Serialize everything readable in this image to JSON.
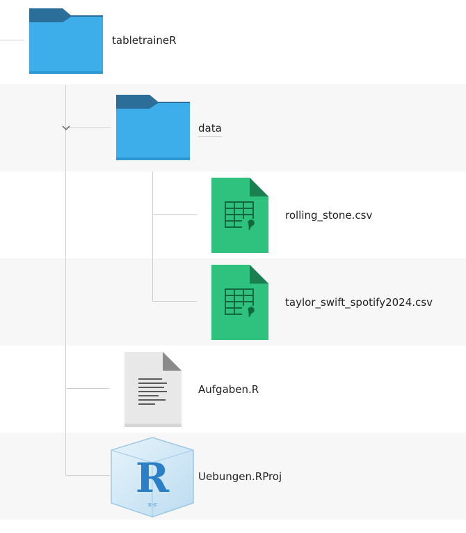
{
  "tree": {
    "root": {
      "label": "tabletraineR",
      "icon": "folder-icon"
    },
    "data_folder": {
      "label": "data",
      "icon": "folder-icon",
      "expanded": true
    },
    "files": [
      {
        "label": "rolling_stone.csv",
        "icon": "csv-file-icon"
      },
      {
        "label": "taylor_swift_spotify2024.csv",
        "icon": "csv-file-icon"
      },
      {
        "label": "Aufgaben.R",
        "icon": "text-file-icon"
      },
      {
        "label": "Uebungen.RProj",
        "icon": "rproj-icon"
      }
    ]
  },
  "colors": {
    "folder_body": "#3daee9",
    "folder_tab": "#2a6e99",
    "csv_body": "#2ec27e",
    "csv_fold": "#1a7f51",
    "csv_symbol": "#11683e",
    "text_page": "#e8e8e8",
    "alt_row": "#f7f7f7",
    "connector": "#d0d0d0"
  }
}
